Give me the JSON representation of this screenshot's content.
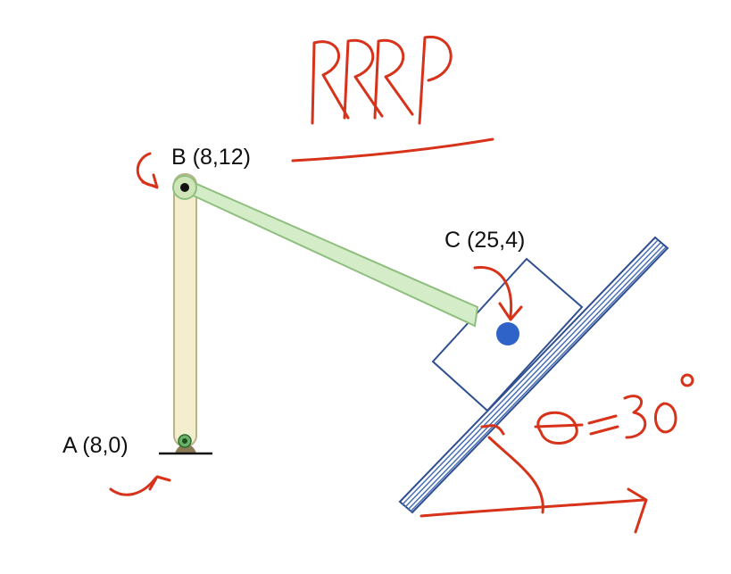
{
  "title": "RRRP",
  "points": {
    "A": "A (8,0)",
    "B": "B (8,12)",
    "C": "C (25,4)"
  },
  "angle_annotation": "θ = 30°",
  "colors": {
    "ink_red": "#d7331b",
    "link_ab_fill": "#f3efce",
    "link_ab_stroke": "#b9b38a",
    "link_bc_fill": "#d5ecc8",
    "link_bc_stroke": "#8fbf7f",
    "slider_stroke": "#2f4f8f",
    "rail_lines": "#4a6fb5",
    "point_c": "#2f63c8",
    "ground_fill": "#8a7a55"
  }
}
